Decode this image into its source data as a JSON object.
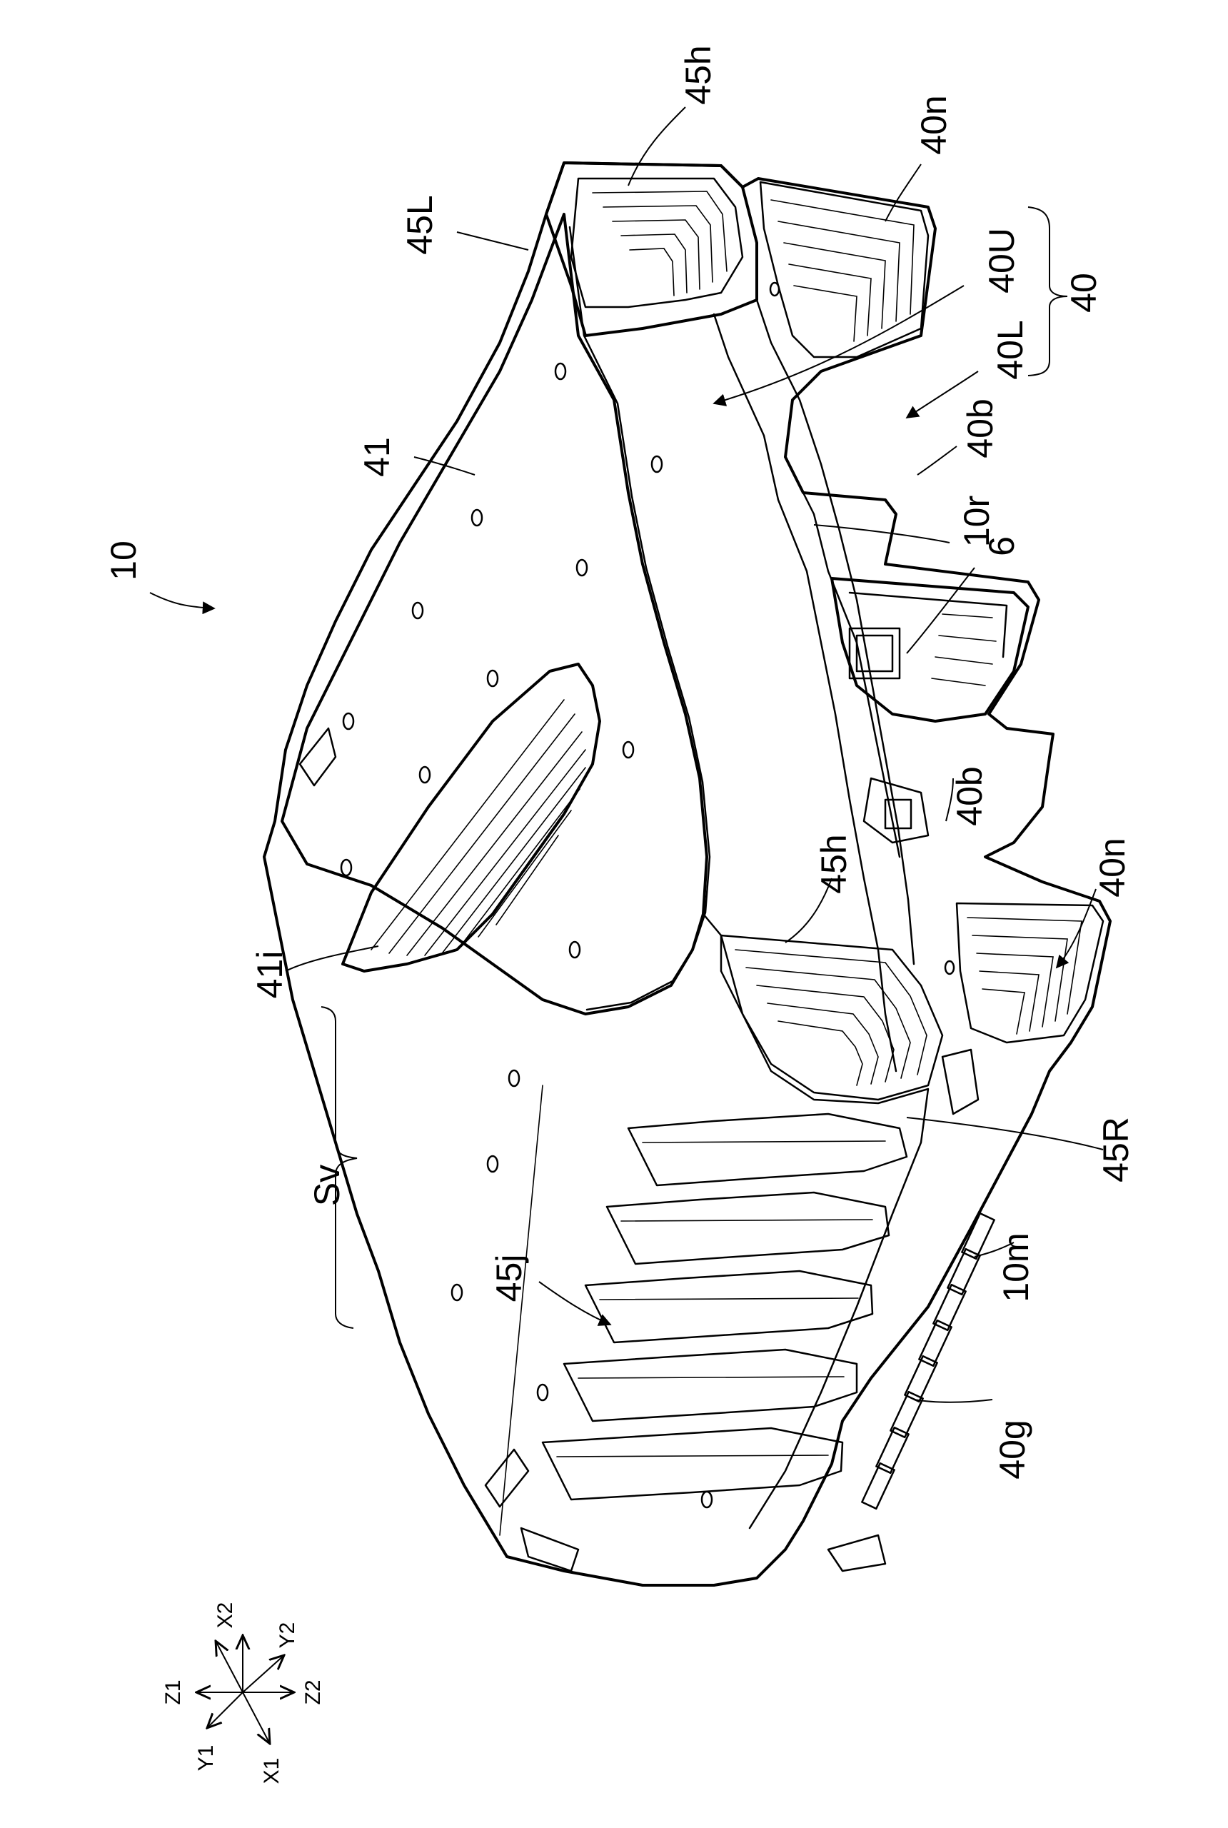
{
  "figure": {
    "labels": {
      "l_10": "10",
      "l_45h_top": "45h",
      "l_40n_top": "40n",
      "l_45L": "45L",
      "l_40U": "40U",
      "l_40": "40",
      "l_40L": "40L",
      "l_41": "41",
      "l_40b_top": "40b",
      "l_10r": "10r",
      "l_6": "6",
      "l_40b_mid": "40b",
      "l_41i": "41i",
      "l_45h_mid": "45h",
      "l_40n_mid": "40n",
      "l_Sv": "Sv",
      "l_45R": "45R",
      "l_45j": "45j",
      "l_10m": "10m",
      "l_40g": "40g"
    },
    "axes": {
      "x1": "X1",
      "x2": "X2",
      "y1": "Y1",
      "y2": "Y2",
      "z1": "Z1",
      "z2": "Z2"
    }
  }
}
